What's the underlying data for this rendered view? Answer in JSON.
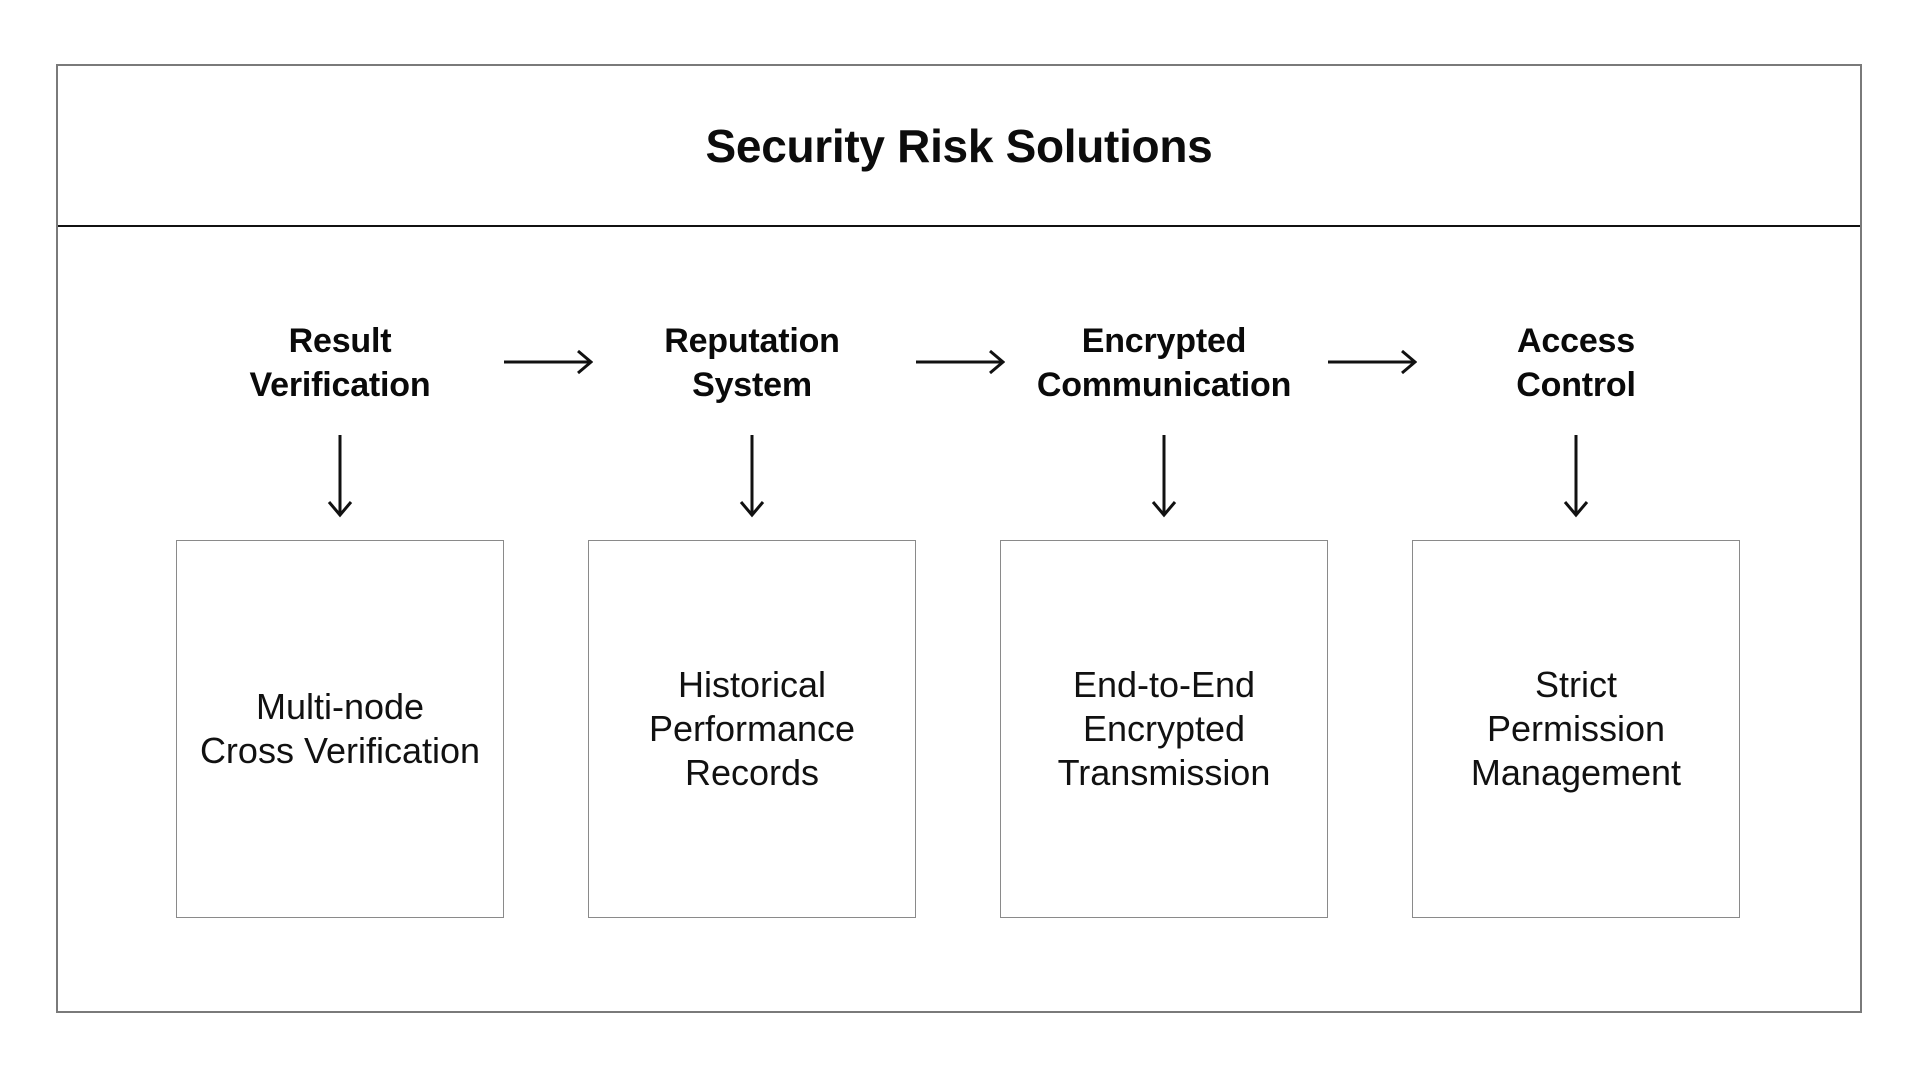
{
  "title": "Security Risk Solutions",
  "columns": [
    {
      "id": "result-verification",
      "header_lines": [
        "Result",
        "Verification"
      ],
      "box_lines": [
        "Multi-node",
        "Cross Verification"
      ]
    },
    {
      "id": "reputation-system",
      "header_lines": [
        "Reputation",
        "System"
      ],
      "box_lines": [
        "Historical",
        "Performance",
        "Records"
      ]
    },
    {
      "id": "encrypted-communication",
      "header_lines": [
        "Encrypted",
        "Communication"
      ],
      "box_lines": [
        "End-to-End",
        "Encrypted",
        "Transmission"
      ]
    },
    {
      "id": "access-control",
      "header_lines": [
        "Access",
        "Control"
      ],
      "box_lines": [
        "Strict",
        "Permission",
        "Management"
      ]
    }
  ],
  "icons": {
    "right_arrow": "arrow-right-icon",
    "down_arrow": "arrow-down-icon"
  },
  "colors": {
    "background": "#ffffff",
    "frame_border": "#7a7a7a",
    "separator": "#111111",
    "box_border": "#8a8a8a",
    "arrow": "#111111",
    "text": "#0c0c0c"
  }
}
